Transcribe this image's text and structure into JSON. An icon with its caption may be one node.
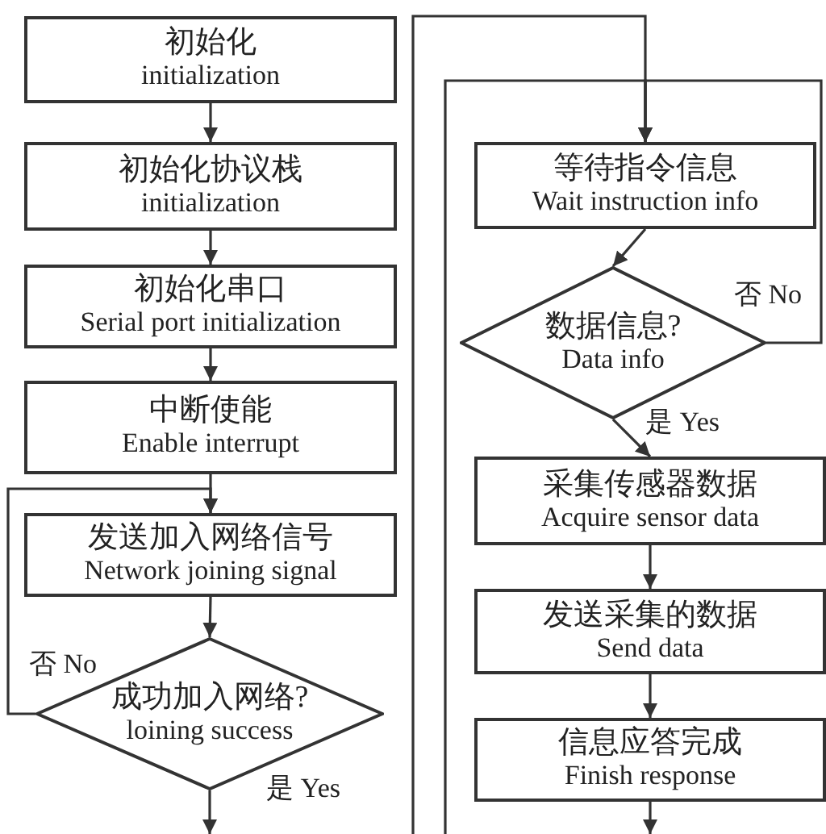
{
  "diagram": {
    "nodes": [
      {
        "text": [
          "初始化",
          "initialization"
        ]
      },
      {
        "text": [
          "初始化协议栈",
          "initialization"
        ]
      },
      {
        "text": [
          "初始化串口",
          "Serial port initialization"
        ]
      },
      {
        "text": [
          "中断使能",
          "Enable interrupt"
        ]
      },
      {
        "text": [
          "发送加入网络信号",
          "Network joining signal"
        ]
      },
      {
        "text": [
          "成功加入网络?",
          "loining success"
        ]
      },
      {
        "text": [
          "等待指令信息",
          "Wait instruction info"
        ]
      },
      {
        "text": [
          "数据信息?",
          "Data info"
        ]
      },
      {
        "text": [
          "采集传感器数据",
          "Acquire sensor data"
        ]
      },
      {
        "text": [
          "发送采集的数据",
          "Send data"
        ]
      },
      {
        "text": [
          "信息应答完成",
          "Finish response"
        ]
      }
    ],
    "edges": [
      {
        "from": 0,
        "to": 1,
        "arrow": "to"
      },
      {
        "from": 1,
        "to": 2,
        "arrow": "to"
      },
      {
        "from": 2,
        "to": 3,
        "arrow": "to"
      },
      {
        "from": 3,
        "to": 4,
        "arrow": "to"
      },
      {
        "from": 4,
        "to": 5,
        "arrow": "to"
      },
      {
        "from": 5,
        "to": 4,
        "arrow": "to",
        "label": "否 No"
      },
      {
        "from": 5,
        "to": null,
        "arrow": "to",
        "label": "是 Yes"
      },
      {
        "from": null,
        "to": 6,
        "arrow": "to"
      },
      {
        "from": null,
        "to": 6,
        "arrow": "to"
      },
      {
        "from": 7,
        "to": 6,
        "arrow": "to",
        "label": "否 No"
      },
      {
        "from": 6,
        "to": 7,
        "arrow": "to"
      },
      {
        "from": 7,
        "to": 8,
        "arrow": "to",
        "label": "是 Yes"
      },
      {
        "from": 8,
        "to": 9,
        "arrow": "to"
      },
      {
        "from": 9,
        "to": 10,
        "arrow": "to"
      },
      {
        "from": 10,
        "to": null,
        "arrow": "to"
      }
    ]
  }
}
